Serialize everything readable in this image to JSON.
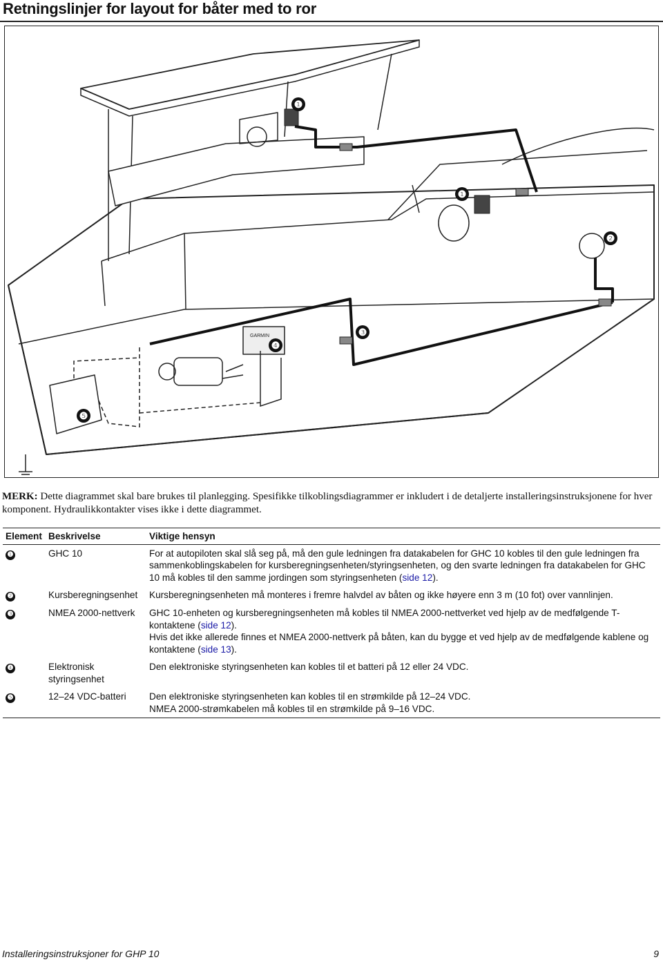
{
  "page": {
    "title": "Retningslinjer for layout for båter med to ror",
    "footer_left": "Installeringsinstruksjoner for GHP 10",
    "footer_right": "9"
  },
  "diagram": {
    "callouts": [
      "❶",
      "❶",
      "❷",
      "❸",
      "❹",
      "❺"
    ],
    "brand_text": "GARMIN"
  },
  "note": {
    "label": "MERK:",
    "text": " Dette diagrammet skal bare brukes til planlegging. Spesifikke tilkoblingsdiagrammer er inkludert i de detaljerte installeringsinstruksjonene for hver komponent. Hydraulikkontakter vises ikke i dette diagrammet."
  },
  "table": {
    "headers": [
      "Element",
      "Beskrivelse",
      "Viktige hensyn"
    ],
    "rows": [
      {
        "num": "❶",
        "desc": "GHC 10",
        "text1": "For at autopiloten skal slå seg på, må den gule ledningen fra datakabelen for GHC 10 kobles til den gule ledningen fra sammenkoblingskabelen for kursberegningsenheten/styringsenheten, og den svarte ledningen fra datakabelen for GHC 10 må kobles til den samme jordingen som styringsenheten (",
        "link1": "side 12",
        "text1_end": ")."
      },
      {
        "num": "❷",
        "desc": "Kursberegningsenhet",
        "text1": "Kursberegningsenheten må monteres i fremre halvdel av båten og ikke høyere enn 3 m (10 fot) over vannlinjen."
      },
      {
        "num": "❸",
        "desc": "NMEA 2000-nettverk",
        "text1": "GHC 10-enheten og kursberegningsenheten må kobles til NMEA 2000-nettverket ved hjelp av de medfølgende T-kontaktene (",
        "link1": "side 12",
        "text1_end": ").",
        "text2": "Hvis det ikke allerede finnes et NMEA 2000-nettverk på båten, kan du bygge et ved hjelp av de medfølgende kablene og kontaktene (",
        "link2": "side 13",
        "text2_end": ")."
      },
      {
        "num": "❹",
        "desc": "Elektronisk styringsenhet",
        "text1": "Den elektroniske styringsenheten kan kobles til et batteri på 12 eller 24 VDC."
      },
      {
        "num": "❺",
        "desc": "12–24 VDC-batteri",
        "text1": "Den elektroniske styringsenheten kan kobles til en strømkilde på 12–24 VDC.",
        "text2": "NMEA 2000-strømkabelen må kobles til en strømkilde på 9–16 VDC."
      }
    ]
  }
}
